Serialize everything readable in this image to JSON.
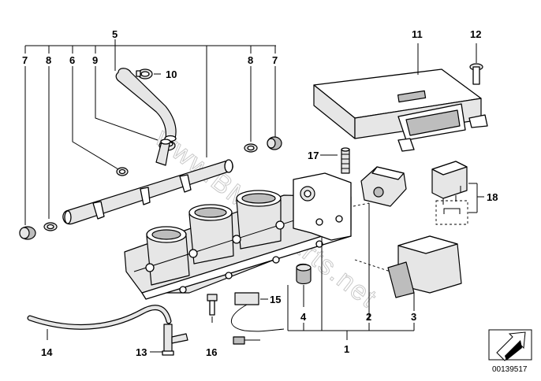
{
  "diagram": {
    "callouts": {
      "c1": "1",
      "c2": "2",
      "c3": "3",
      "c4": "4",
      "c5": "5",
      "c6": "6",
      "c7a": "7",
      "c7b": "7",
      "c8a": "8",
      "c8b": "8",
      "c9": "9",
      "c10": "10",
      "c11": "11",
      "c12": "12",
      "c13": "13",
      "c14": "14",
      "c15": "15",
      "c16": "16",
      "c17": "17",
      "c18": "18"
    },
    "reference_number": "00139517",
    "watermark": "www.BMW-Parts.net"
  }
}
